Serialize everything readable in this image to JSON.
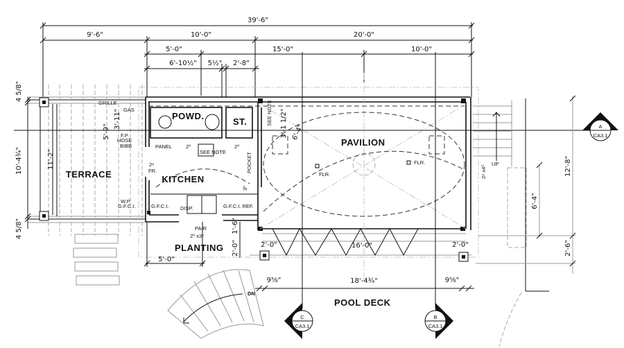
{
  "drawing": {
    "title": "Pavilion Floor Plan",
    "rooms": {
      "terrace": "TERRACE",
      "kitchen": "KITCHEN",
      "powder": "POWD.",
      "storage": "ST.",
      "pavilion": "PAVILION",
      "planting": "PLANTING",
      "pool_deck": "POOL DECK"
    },
    "top_dimensions": {
      "overall": "39'-6\"",
      "row2": [
        "9'-6\"",
        "10'-0\"",
        "20'-0\""
      ],
      "row3": [
        "5'-0\"",
        "15'-0\"",
        "10'-0\""
      ],
      "row4": [
        "6'-10½\"",
        "5½\"",
        "2'-8\""
      ]
    },
    "left_dimensions": {
      "top_post": "4 5/8\"",
      "overall": "10'-4¾\"",
      "inner": "11'-2\"",
      "bottom_post": "4 5/8\"",
      "wall_a": "5'-9\"",
      "wall_b": "3'-11\""
    },
    "right_dimensions": {
      "overall": "12'-8\"",
      "step": "6'-4\"",
      "bottom": "2'-6\"",
      "interior": "6'-4\"",
      "interior_b": "3'-1 1/2\""
    },
    "bottom_dimensions": {
      "planting_width": "5'-0\"",
      "left_post": "9⅝\"",
      "opening": "18'-4¾\"",
      "right_post": "9⅝\"",
      "left_pier": "2'-0\"",
      "right_pier": "2'-0\"",
      "folding_door": "16'-0\"",
      "vert_a": "2'-0\"",
      "vert_b": "1'-6\""
    },
    "annotations": {
      "grille": "GRILLE",
      "gas": "GAS",
      "fp_hose": "F.P.",
      "hose": "HOSE",
      "bibb": "BIBB",
      "panel": "PANEL",
      "see_note": "SEE NOTE",
      "see_note2": "SEE NOTE",
      "pocket": "POCKET",
      "door_2_8_fr": "2⁸",
      "fr": "FR.",
      "door_powd": "2⁰",
      "door_st": "2⁰",
      "door_pocket": "3⁰",
      "wp": "W.P.",
      "gfci_wp": "G.F.C.I.",
      "gfci": "G.F.C.I.",
      "disp": "DISP.",
      "gfci_ref": "G.F.C.I. REF.",
      "pair": "PAIR",
      "pair_size": "2⁰ x3²",
      "flr1": "FLR.",
      "flr2": "FLR.",
      "door_right": "2⁸ x4⁰",
      "up": "UP",
      "dn": "DN"
    },
    "section_markers": [
      {
        "letter": "A",
        "sheet": "CA3.1"
      },
      {
        "letter": "B",
        "sheet": "CA3.1"
      },
      {
        "letter": "C",
        "sheet": "CA3.1"
      }
    ]
  }
}
